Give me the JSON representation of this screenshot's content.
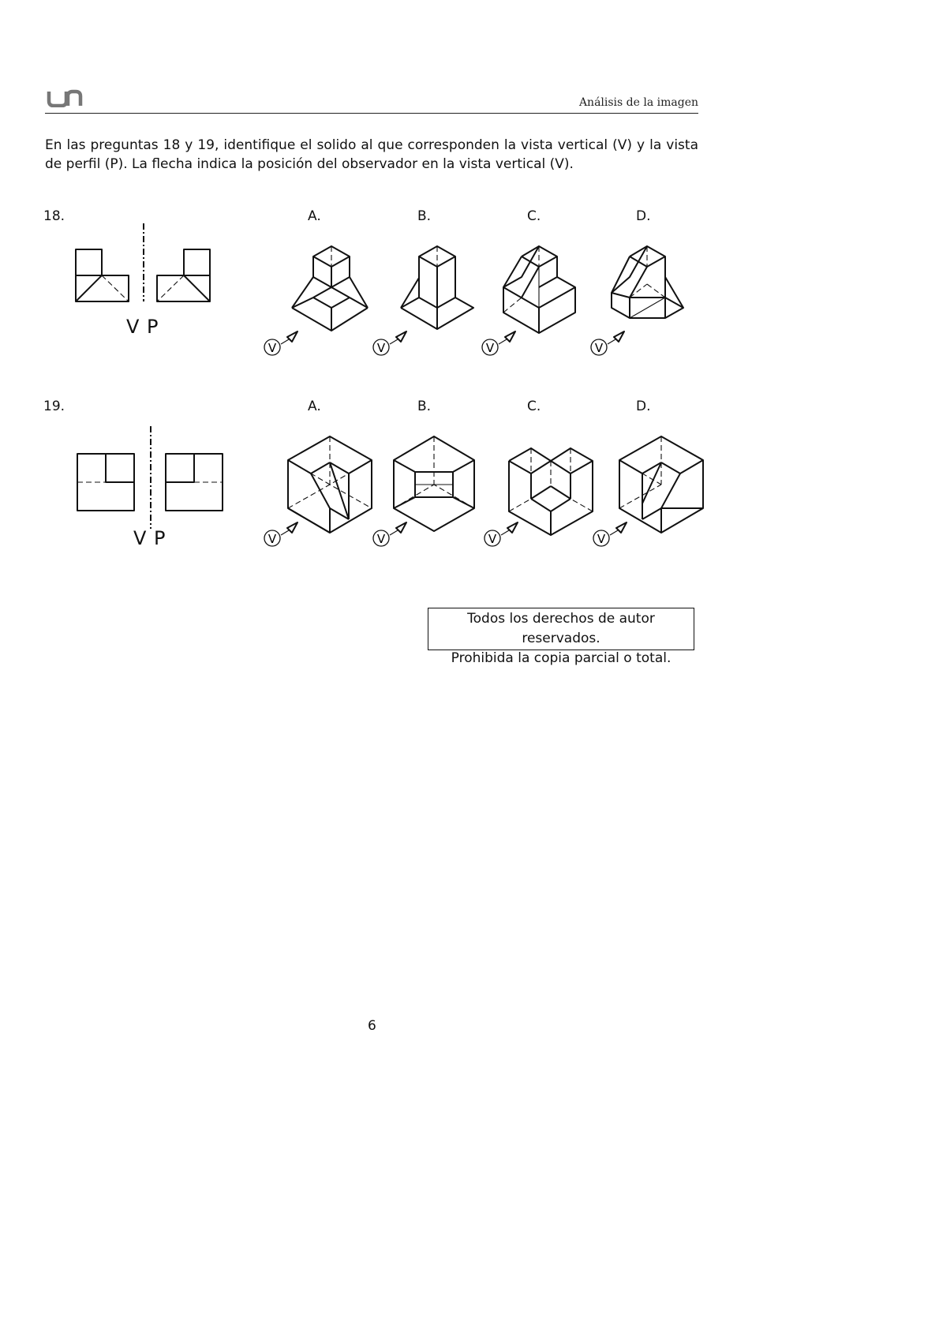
{
  "header": {
    "logo_icon": "un-logo-icon",
    "title": "Análisis de la imagen"
  },
  "instructions": "En las preguntas 18 y 19, identifique el solido al que corresponden la vista vertical (V) y la vista de perfil (P). La flecha indica la posición del observador en la vista vertical (V).",
  "questions": [
    {
      "number": "18.",
      "view_label_v": "V",
      "view_label_p": "P",
      "options": [
        "A.",
        "B.",
        "C.",
        "D."
      ],
      "observer_label": "V"
    },
    {
      "number": "19.",
      "view_label_v": "V",
      "view_label_p": "P",
      "options": [
        "A.",
        "B.",
        "C.",
        "D."
      ],
      "observer_label": "V"
    }
  ],
  "copyright": {
    "line1": "Todos los derechos de autor reservados.",
    "line2": "Prohibida la copia parcial o total."
  },
  "page_number": "6"
}
